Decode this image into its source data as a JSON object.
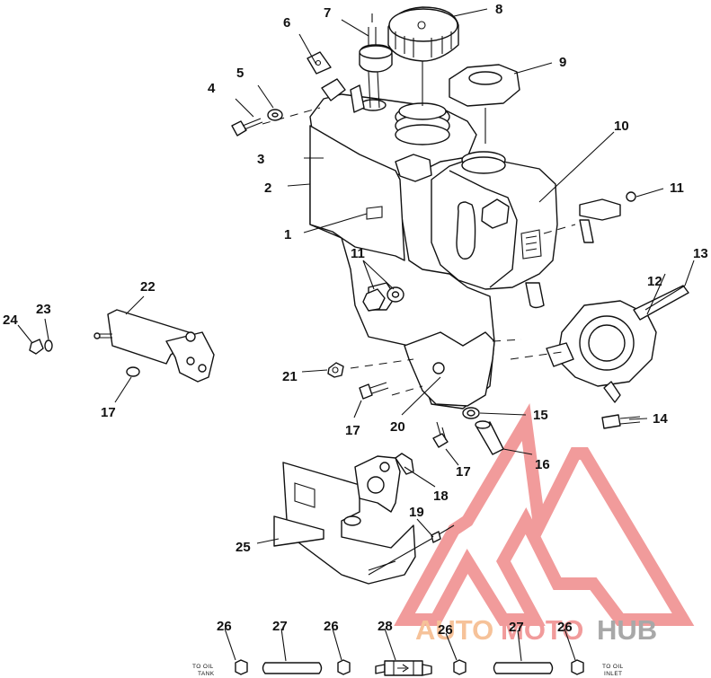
{
  "callouts": {
    "c1": "1",
    "c2": "2",
    "c3": "3",
    "c4": "4",
    "c5": "5",
    "c6": "6",
    "c7": "7",
    "c8": "8",
    "c9": "9",
    "c10": "10",
    "c11a": "11",
    "c11b": "11",
    "c12": "12",
    "c13": "13",
    "c14": "14",
    "c15": "15",
    "c16": "16",
    "c17a": "17",
    "c17b": "17",
    "c17c": "17",
    "c18": "18",
    "c19": "19",
    "c20": "20",
    "c21": "21",
    "c22": "22",
    "c23": "23",
    "c24": "24",
    "c25": "25",
    "c26a": "26",
    "c26b": "26",
    "c26c": "26",
    "c27a": "27",
    "c27b": "27",
    "c28": "28"
  },
  "hose_notes": {
    "left_line1": "TO OIL",
    "left_line2": "TANK",
    "right_line1": "TO OIL",
    "right_line2": "INLET"
  },
  "watermark": {
    "text_part1": "AUTO",
    "text_part2": "MOTO",
    "text_part3": "HUB",
    "color_orange": "#f5b888",
    "color_red": "#ef8a8a",
    "color_gray": "#9a9a9a"
  }
}
